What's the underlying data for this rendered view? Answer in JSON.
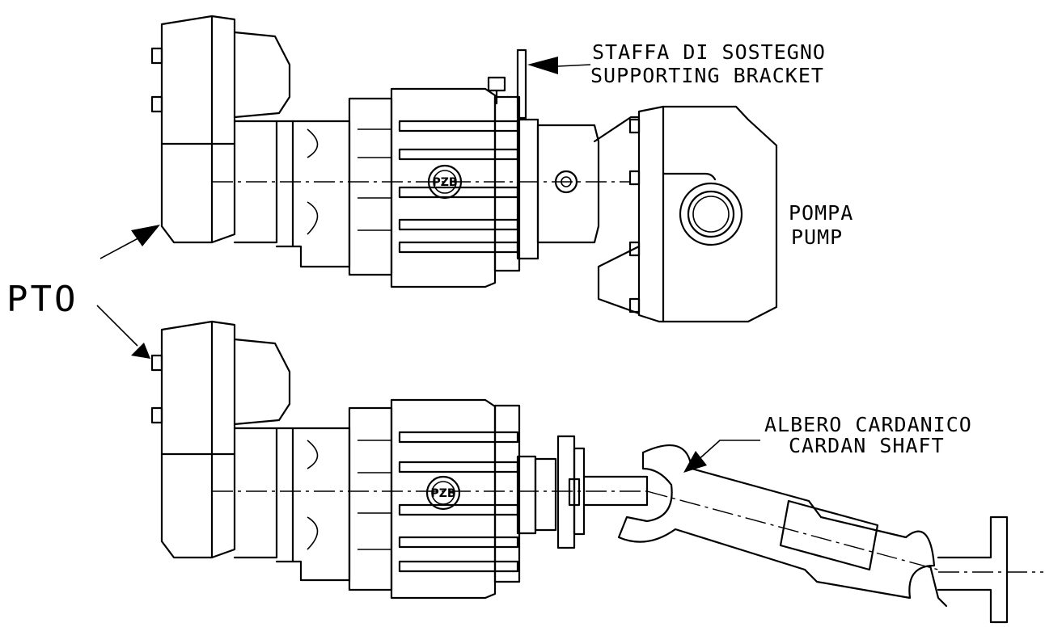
{
  "labels": {
    "pto": "PTO",
    "bracket_it": "STAFFA DI SOSTEGNO",
    "bracket_en": "SUPPORTING BRACKET",
    "pump_it": "POMPA",
    "pump_en": "PUMP",
    "cardan_it": "ALBERO CARDANICO",
    "cardan_en": "CARDAN SHAFT"
  },
  "logo": {
    "text": "PZB"
  }
}
